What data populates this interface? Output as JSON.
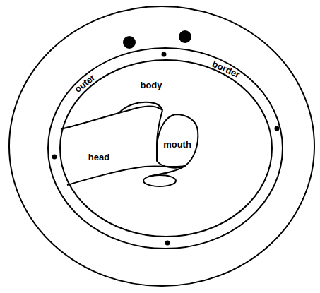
{
  "diagram": {
    "nodes": [
      {
        "text": [
          "outer",
          "border"
        ]
      },
      {
        "text": [
          "body"
        ],
        "in": 0
      },
      {
        "text": [
          "head"
        ],
        "in": 1
      },
      {
        "text": [
          "mouth"
        ],
        "in": 1
      }
    ]
  }
}
